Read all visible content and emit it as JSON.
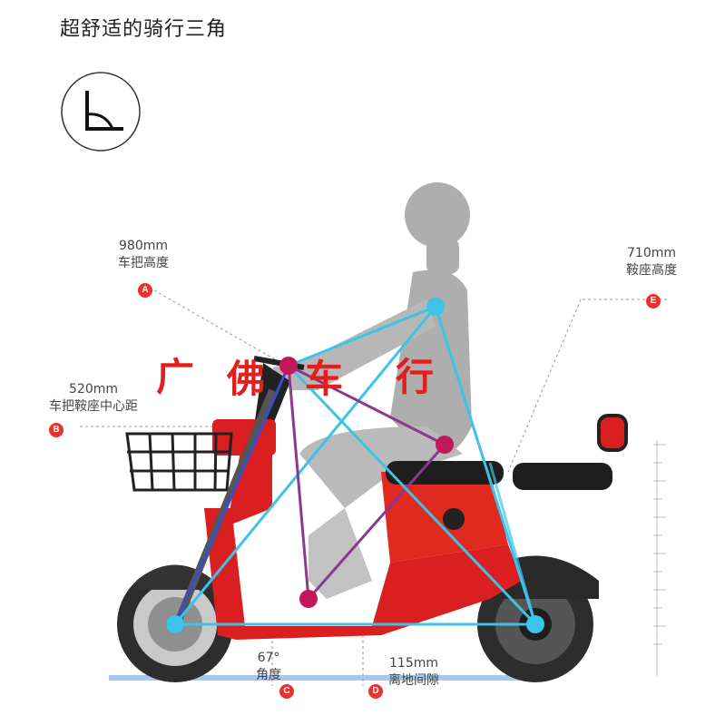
{
  "title": "超舒适的骑行三角",
  "icon": "riding-triangle-icon",
  "callouts": {
    "a": {
      "value": "980mm",
      "name": "车把高度",
      "badge": "A"
    },
    "b": {
      "value": "520mm",
      "name": "车把鞍座中心距",
      "badge": "B"
    },
    "c": {
      "value": "67°",
      "name": "角度",
      "badge": "C"
    },
    "d": {
      "value": "115mm",
      "name": "离地间隙",
      "badge": "D"
    },
    "e": {
      "value": "710mm",
      "name": "鞍座高度",
      "badge": "E"
    }
  },
  "watermark": [
    "广",
    "佛",
    "车",
    "行"
  ],
  "colors": {
    "accent": "#e8322d",
    "body_red": "#d91f1f",
    "triangle_cyan": "#3cc3e8",
    "triangle_purple": "#8a3a8c",
    "watermark_red": "#e41d1d"
  }
}
